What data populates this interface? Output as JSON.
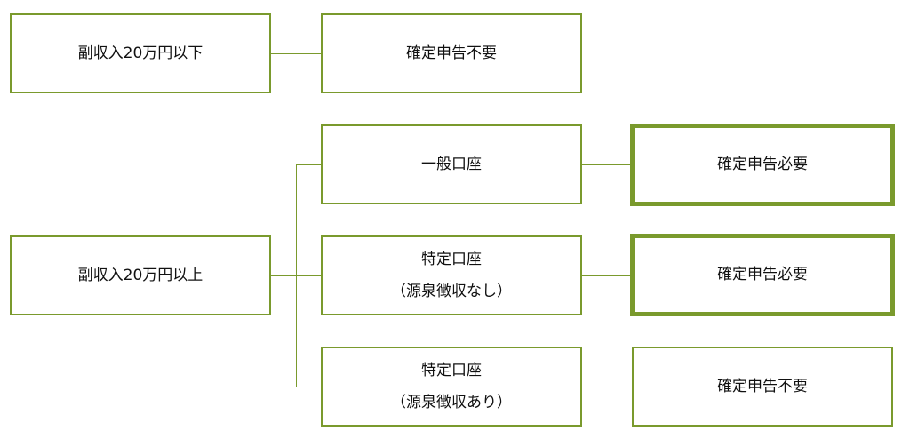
{
  "top_row": {
    "condition": "副収入20万円以下",
    "result": "確定申告不要"
  },
  "bottom_group": {
    "condition": "副収入20万円以上",
    "branches": [
      {
        "account": "一般口座",
        "account_note": "",
        "result": "確定申告必要",
        "highlight": true
      },
      {
        "account": "特定口座",
        "account_note": "（源泉徴収なし）",
        "result": "確定申告必要",
        "highlight": true
      },
      {
        "account": "特定口座",
        "account_note": "（源泉徴収あり）",
        "result": "確定申告不要",
        "highlight": false
      }
    ]
  },
  "colors": {
    "border": "#7a9a2d"
  }
}
